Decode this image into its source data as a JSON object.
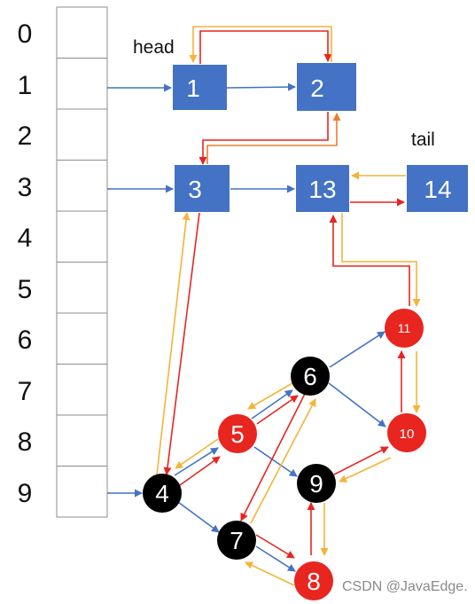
{
  "bucket_indices": [
    "0",
    "1",
    "2",
    "3",
    "4",
    "5",
    "6",
    "7",
    "8",
    "9"
  ],
  "list_nodes": [
    {
      "key": "n1",
      "label": "1"
    },
    {
      "key": "n2",
      "label": "2"
    },
    {
      "key": "n3",
      "label": "3"
    },
    {
      "key": "n13",
      "label": "13"
    },
    {
      "key": "n14",
      "label": "14"
    }
  ],
  "tree_nodes": [
    {
      "key": "t4",
      "label": "4",
      "color": "black"
    },
    {
      "key": "t5",
      "label": "5",
      "color": "red"
    },
    {
      "key": "t6",
      "label": "6",
      "color": "black"
    },
    {
      "key": "t7",
      "label": "7",
      "color": "black"
    },
    {
      "key": "t8",
      "label": "8",
      "color": "red"
    },
    {
      "key": "t9",
      "label": "9",
      "color": "black"
    },
    {
      "key": "t10",
      "label": "10",
      "color": "red"
    },
    {
      "key": "t11",
      "label": "11",
      "color": "red"
    }
  ],
  "labels": {
    "head": "head",
    "tail": "tail"
  },
  "watermark": "CSDN @JavaEdge.",
  "colors": {
    "box": "#4472c4",
    "red_node": "#e8251f",
    "black_node": "#000000",
    "next_arrow": "#4472c4",
    "before_arrow": "#f4b43a",
    "after_arrow": "#e8251f",
    "orange_arrow": "#ed7d31"
  }
}
